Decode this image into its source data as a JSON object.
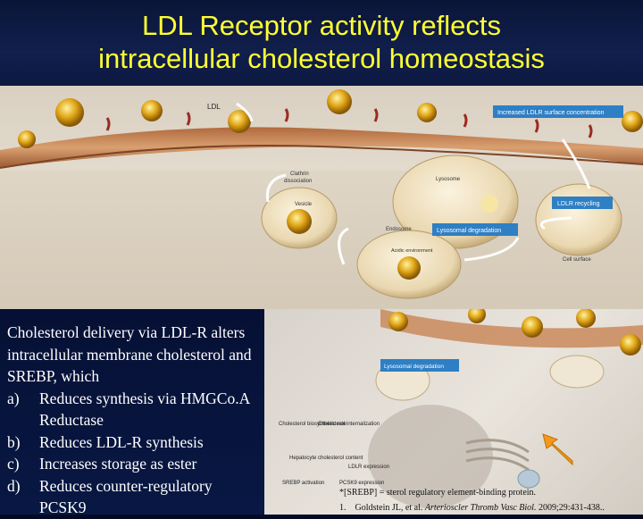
{
  "slide": {
    "title_line1": "LDL Receptor activity reflects",
    "title_line2": "intracellular cholesterol homeostasis"
  },
  "top_figure": {
    "labels": {
      "ldl": "LDL",
      "increased_surface": "Increased LDLR surface concentration",
      "clathrin": "Clathrin",
      "dissociation": "dissociation",
      "vesicle": "Vesicle",
      "lysosome": "Lysosome",
      "ldlr_recycling": "LDLR recycling",
      "lysosomal_degradation": "Lysosomal degradation",
      "endosome": "Endosome",
      "acidic_environment": "Acidic environment",
      "cell_surface": "Cell surface"
    },
    "colors": {
      "highlight_box": "#2e7fc4"
    }
  },
  "left_text": {
    "intro": "Cholesterol delivery via LDL-R alters intracellular membrane cholesterol and SREBP, which",
    "items": [
      {
        "marker": "a)",
        "text": "Reduces synthesis via HMGCo.A Reductase"
      },
      {
        "marker": "b)",
        "text": "Reduces LDL-R synthesis"
      },
      {
        "marker": "c)",
        "text": "Increases storage as ester"
      },
      {
        "marker": "d)",
        "text": "Reduces counter-regulatory PCSK9"
      }
    ]
  },
  "inset_figure": {
    "labels": {
      "lysosomal_degradation": "Lysosomal degradation",
      "cholesterol_biosynthetic_rate": "Cholesterol biosynthetic rate",
      "cholesterol_internalization": "Cholesterol internalization",
      "hepatocyte_cholesterol": "Hepatocyte cholesterol content",
      "ldlr_expression": "LDLR expression",
      "srebp_activation": "SREBP activation",
      "pcsk9_expression": "PCSK9 expression"
    },
    "arrow_color": "#f39a1e"
  },
  "footnote": "*[SREBP] = sterol regulatory element-binding protein.",
  "reference": {
    "number": "1.",
    "authors": "Goldstein JL, et al.",
    "journal": "Arterioscler Thromb Vasc Biol.",
    "citation": "2009;29:431-438.."
  }
}
